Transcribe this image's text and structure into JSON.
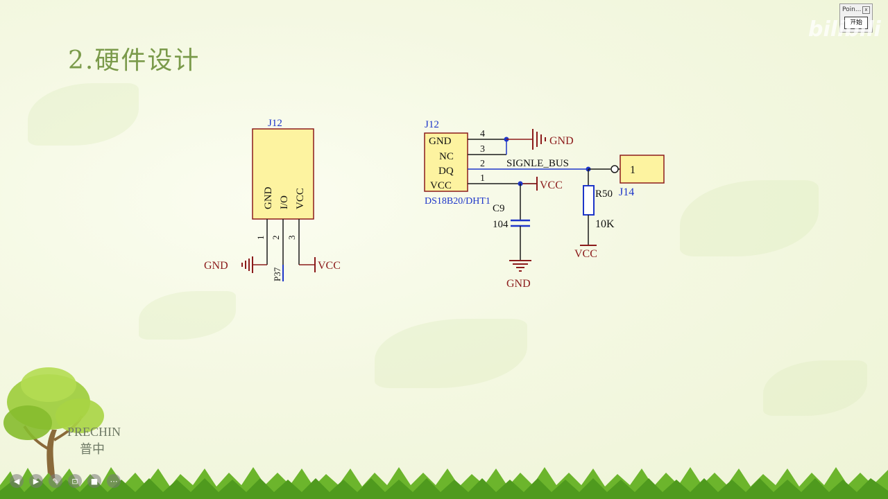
{
  "slide": {
    "title": "2.硬件设计"
  },
  "left_schematic": {
    "ref": "J12",
    "pins": [
      "GND",
      "I/O",
      "VCC"
    ],
    "pin_numbers": [
      "1",
      "2",
      "3"
    ],
    "net_label": "P37",
    "gnd_label": "GND",
    "vcc_label": "VCC"
  },
  "right_schematic": {
    "ref": "J12",
    "pins": [
      "GND",
      "NC",
      "DQ",
      "VCC"
    ],
    "pin_numbers": [
      "4",
      "3",
      "2",
      "1"
    ],
    "part_name": "DS18B20/DHT1",
    "gnd_label": "GND",
    "vcc_label": "VCC",
    "bus_label": "SIGNLE_BUS",
    "cap_ref": "C9",
    "cap_value": "104",
    "cap_gnd_label": "GND",
    "res_ref": "R50",
    "res_value": "10K",
    "res_vcc_label": "VCC",
    "conn_ref": "J14",
    "conn_pin": "1"
  },
  "brand": {
    "name": "PRECHIN",
    "name_cn": "普中"
  },
  "pointer_window": {
    "title": "Poin...",
    "close": "x",
    "start_label": "开始"
  },
  "watermark": "bilibili",
  "toolbar": {
    "buttons": [
      "prev-icon",
      "next-icon",
      "pen-icon",
      "focus-icon",
      "camera-icon",
      "more-icon"
    ]
  },
  "colors": {
    "wire": "#1a1a1a",
    "net": "#1d35c9",
    "power": "#8b1a1a",
    "component": "#fdf3a0",
    "title": "#7a9a4a"
  }
}
